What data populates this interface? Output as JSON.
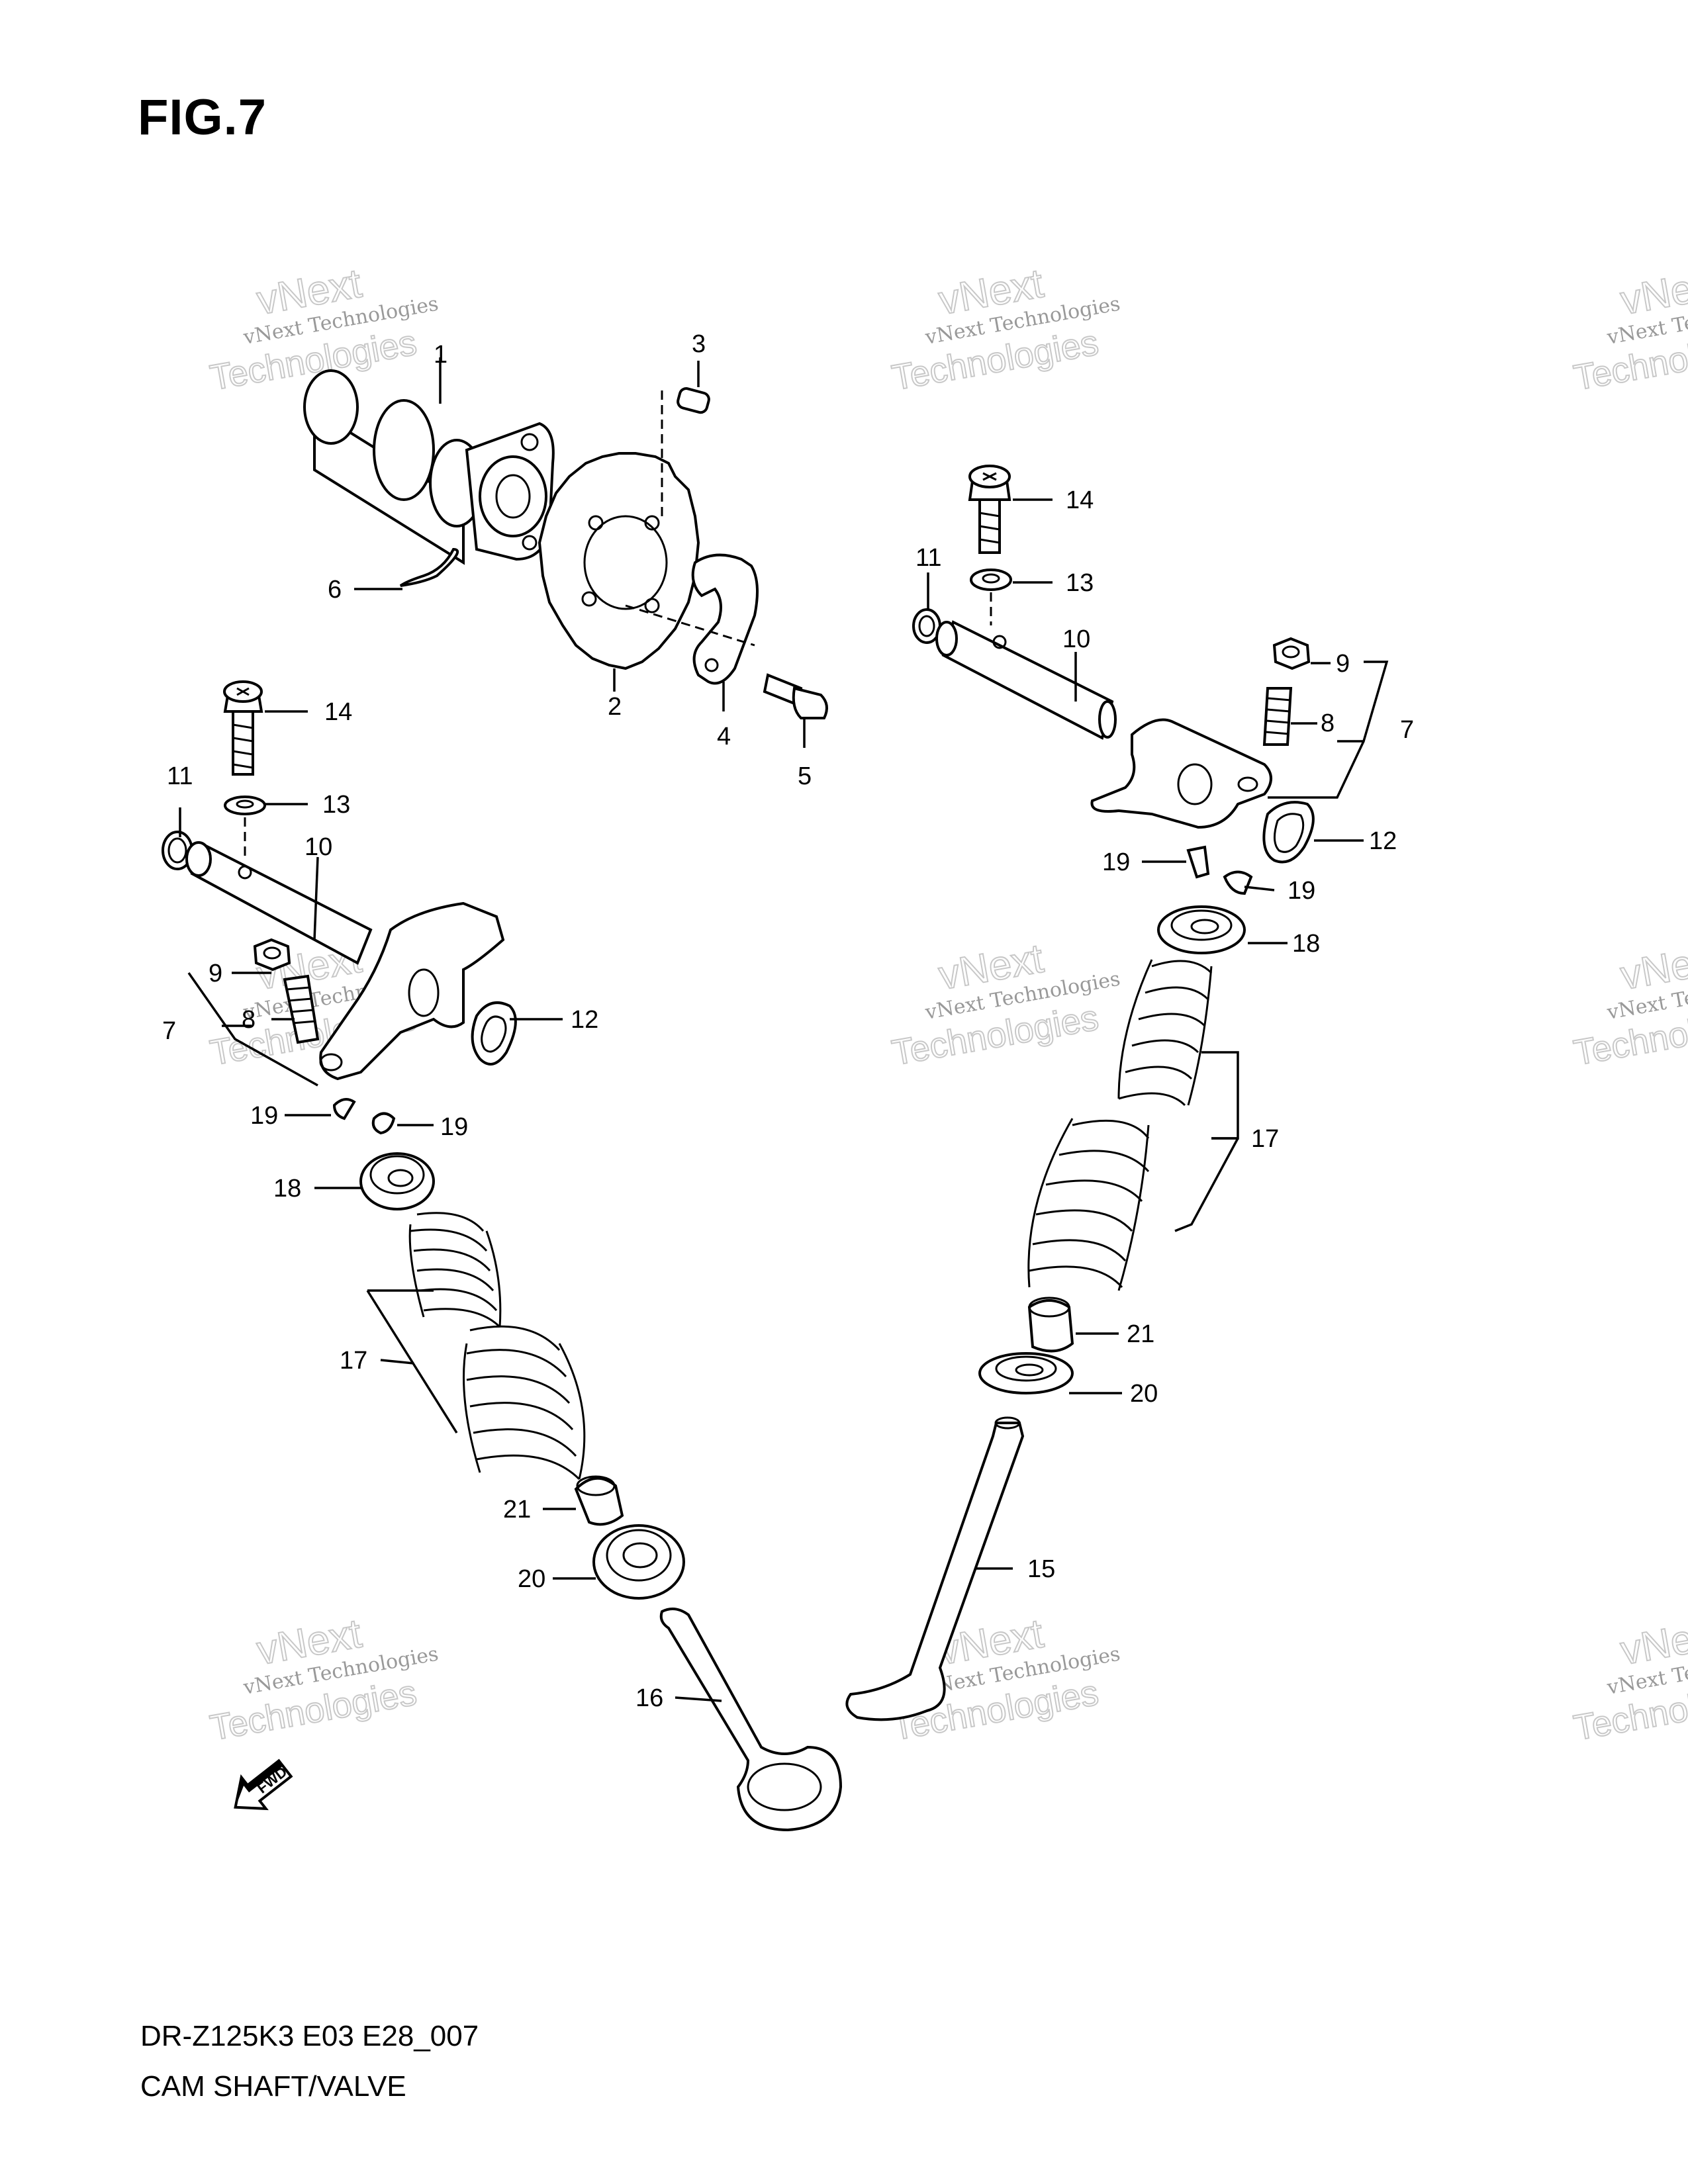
{
  "figure_title": "FIG.7",
  "footer": {
    "model_code": "DR-Z125K3 E03 E28_007",
    "section_title": "CAM SHAFT/VALVE"
  },
  "watermark": {
    "line1": "vNext Technologies",
    "line2": "vNext",
    "line3": "Technologies"
  },
  "fwd_label": "FWD",
  "callouts": {
    "c1": "1",
    "c2": "2",
    "c3": "3",
    "c4": "4",
    "c5": "5",
    "c6": "6",
    "c7_left": "7",
    "c8_left": "8",
    "c9_left": "9",
    "c10_left": "10",
    "c11_left": "11",
    "c12_left": "12",
    "c13_left": "13",
    "c14_left": "14",
    "c16": "16",
    "c17_left": "17",
    "c18_left": "18",
    "c19a_left": "19",
    "c19b_left": "19",
    "c20_left": "20",
    "c21_left": "21",
    "c7_right": "7",
    "c8_right": "8",
    "c9_right": "9",
    "c10_right": "10",
    "c11_right": "11",
    "c12_right": "12",
    "c13_right": "13",
    "c14_right": "14",
    "c15": "15",
    "c17_right": "17",
    "c18_right": "18",
    "c19a_right": "19",
    "c19b_right": "19",
    "c20_right": "20",
    "c21_right": "21"
  }
}
